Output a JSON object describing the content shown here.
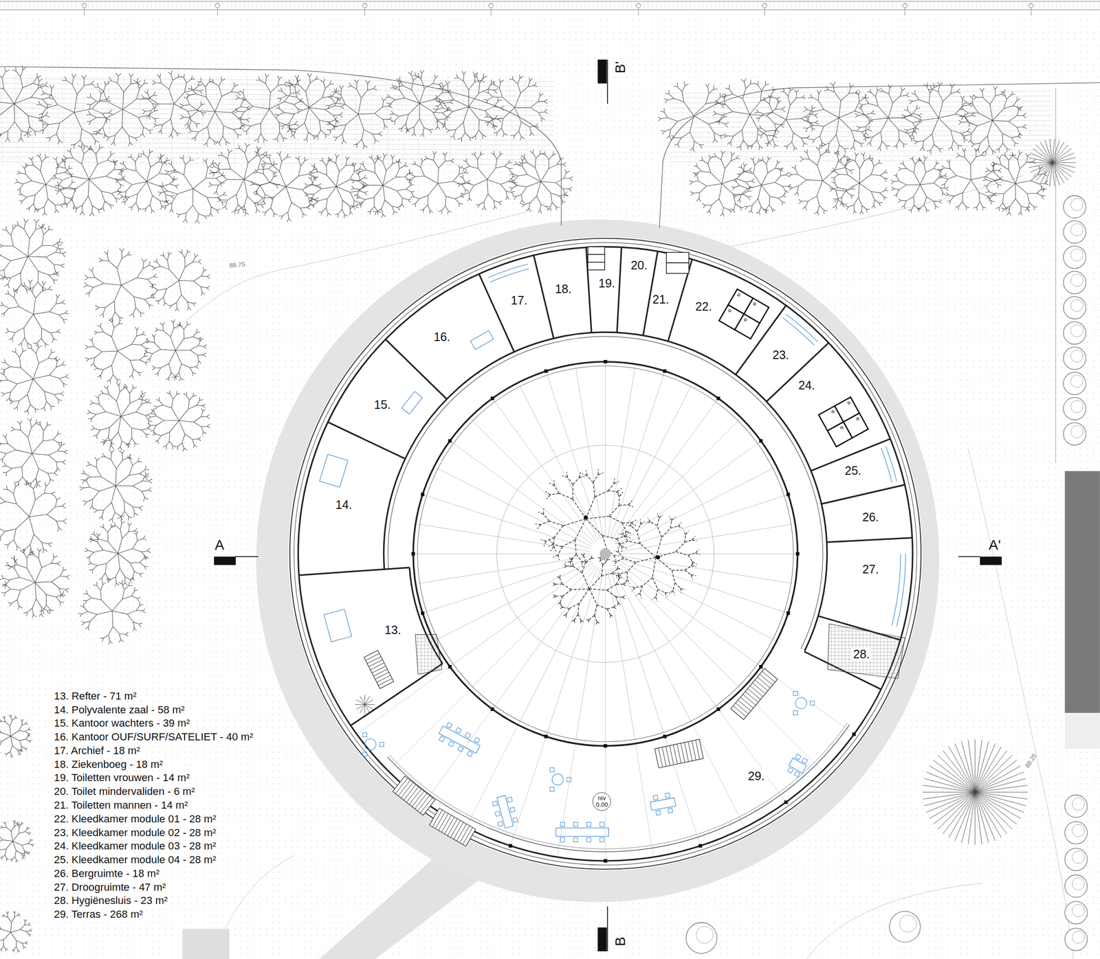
{
  "diagram": {
    "nodes": [
      {
        "text": [
          "niv 0.00"
        ]
      }
    ],
    "labels": [
      "B'",
      "A",
      "A'",
      "B",
      "88.75",
      "88.25",
      "13.",
      "14.",
      "15.",
      "16.",
      "17.",
      "18.",
      "19.",
      "20.",
      "21.",
      "22.",
      "23.",
      "24.",
      "25.",
      "26.",
      "27.",
      "28.",
      "29.",
      "13. Refter - 71 m²",
      "14. Polyvalente zaal - 58 m²",
      "15. Kantoor wachters - 39 m²",
      "16. Kantoor OUF/SURF/SATELIET - 40 m²",
      "17. Archief - 18 m²",
      "18. Ziekenboeg - 18 m²",
      "19. Toiletten vrouwen - 14 m²",
      "20. Toilet mindervaliden - 6 m²",
      "21. Toiletten mannen - 14 m²",
      "22. Kleedkamer module 01 - 28 m²",
      "23. Kleedkamer module 02 - 28 m²",
      "24. Kleedkamer module 03 - 28 m²",
      "25. Kleedkamer module 04 - 28 m²",
      "26. Bergruimte - 18 m²",
      "27. Droogruimte - 47 m²",
      "28. Hygiënesluis - 23 m²",
      "29. Terras - 268 m²"
    ]
  }
}
